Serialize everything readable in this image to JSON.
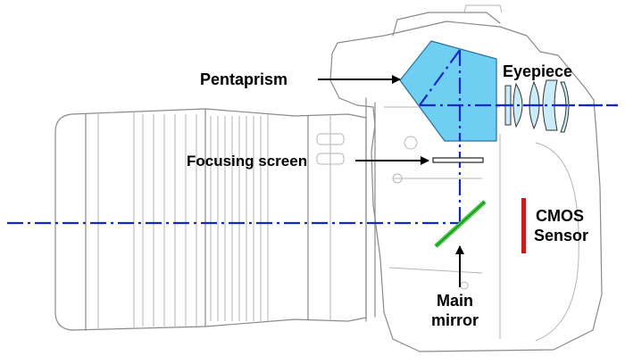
{
  "diagram": {
    "labels": {
      "pentaprism": "Pentaprism",
      "eyepiece": "Eyepiece",
      "focusing_screen": "Focusing screen",
      "cmos_line1": "CMOS",
      "cmos_line2": "Sensor",
      "mirror_line1": "Main",
      "mirror_line2": "mirror"
    },
    "colors": {
      "optical_axis": "#1428c8",
      "pentaprism_fill": "#6fcff2",
      "eyepiece_fill": "#c9ecf8",
      "mirror": "#3cc83c",
      "sensor": "#c02020",
      "outline": "#8a8a8a",
      "arrow": "#000000"
    }
  }
}
